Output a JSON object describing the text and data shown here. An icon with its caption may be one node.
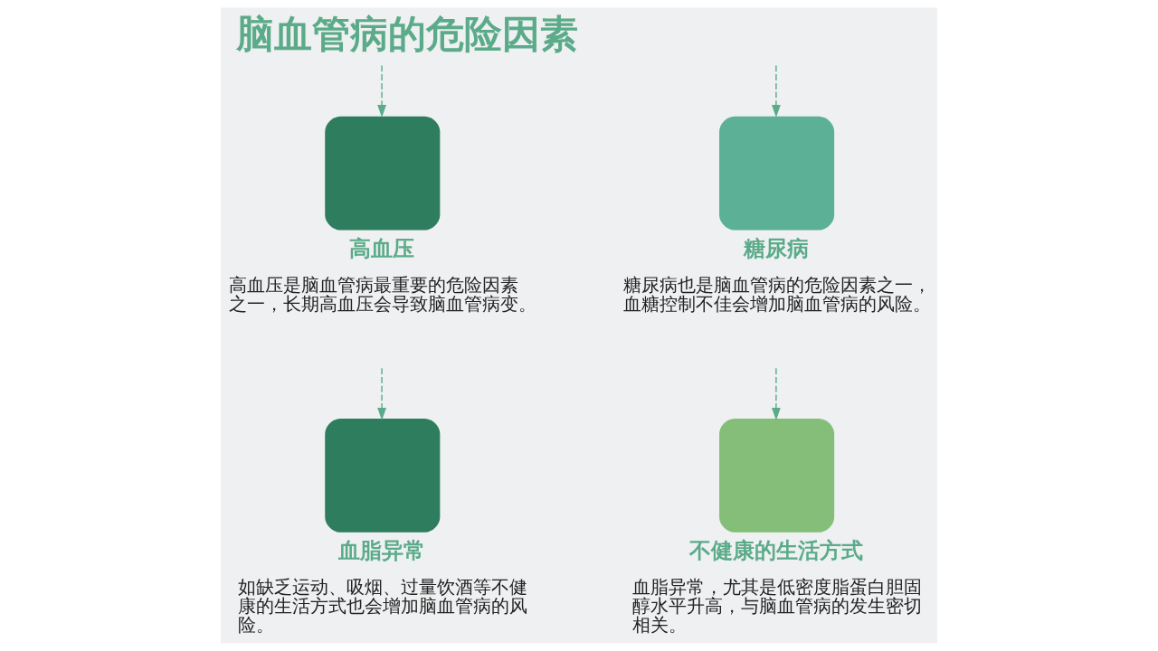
{
  "diagram": {
    "title": "脑血管病的危险因素",
    "nodes": [
      {
        "text": [
          "高血压",
          "高血压是脑血管病最重要的危险因素之一，长期高血压会导致脑血管病变。"
        ]
      },
      {
        "text": [
          "糖尿病",
          "糖尿病也是脑血管病的危险因素之一，血糖控制不佳会增加脑血管病的风险。"
        ]
      },
      {
        "text": [
          "血脂异常",
          "如缺乏运动、吸烟、过量饮酒等不健康的生活方式也会增加脑血管病的风险。"
        ]
      },
      {
        "text": [
          "不健康的生活方式",
          "血脂异常，尤其是低密度脂蛋白胆固醇水平升高，与脑血管病的发生密切相关。"
        ]
      }
    ],
    "edges": [
      {
        "from": null,
        "to": 0,
        "arrow": "to",
        "style": "dashed"
      },
      {
        "from": null,
        "to": 1,
        "arrow": "to",
        "style": "dashed"
      },
      {
        "from": null,
        "to": 2,
        "arrow": "to",
        "style": "dashed"
      },
      {
        "from": null,
        "to": 3,
        "arrow": "to",
        "style": "dashed"
      }
    ]
  }
}
